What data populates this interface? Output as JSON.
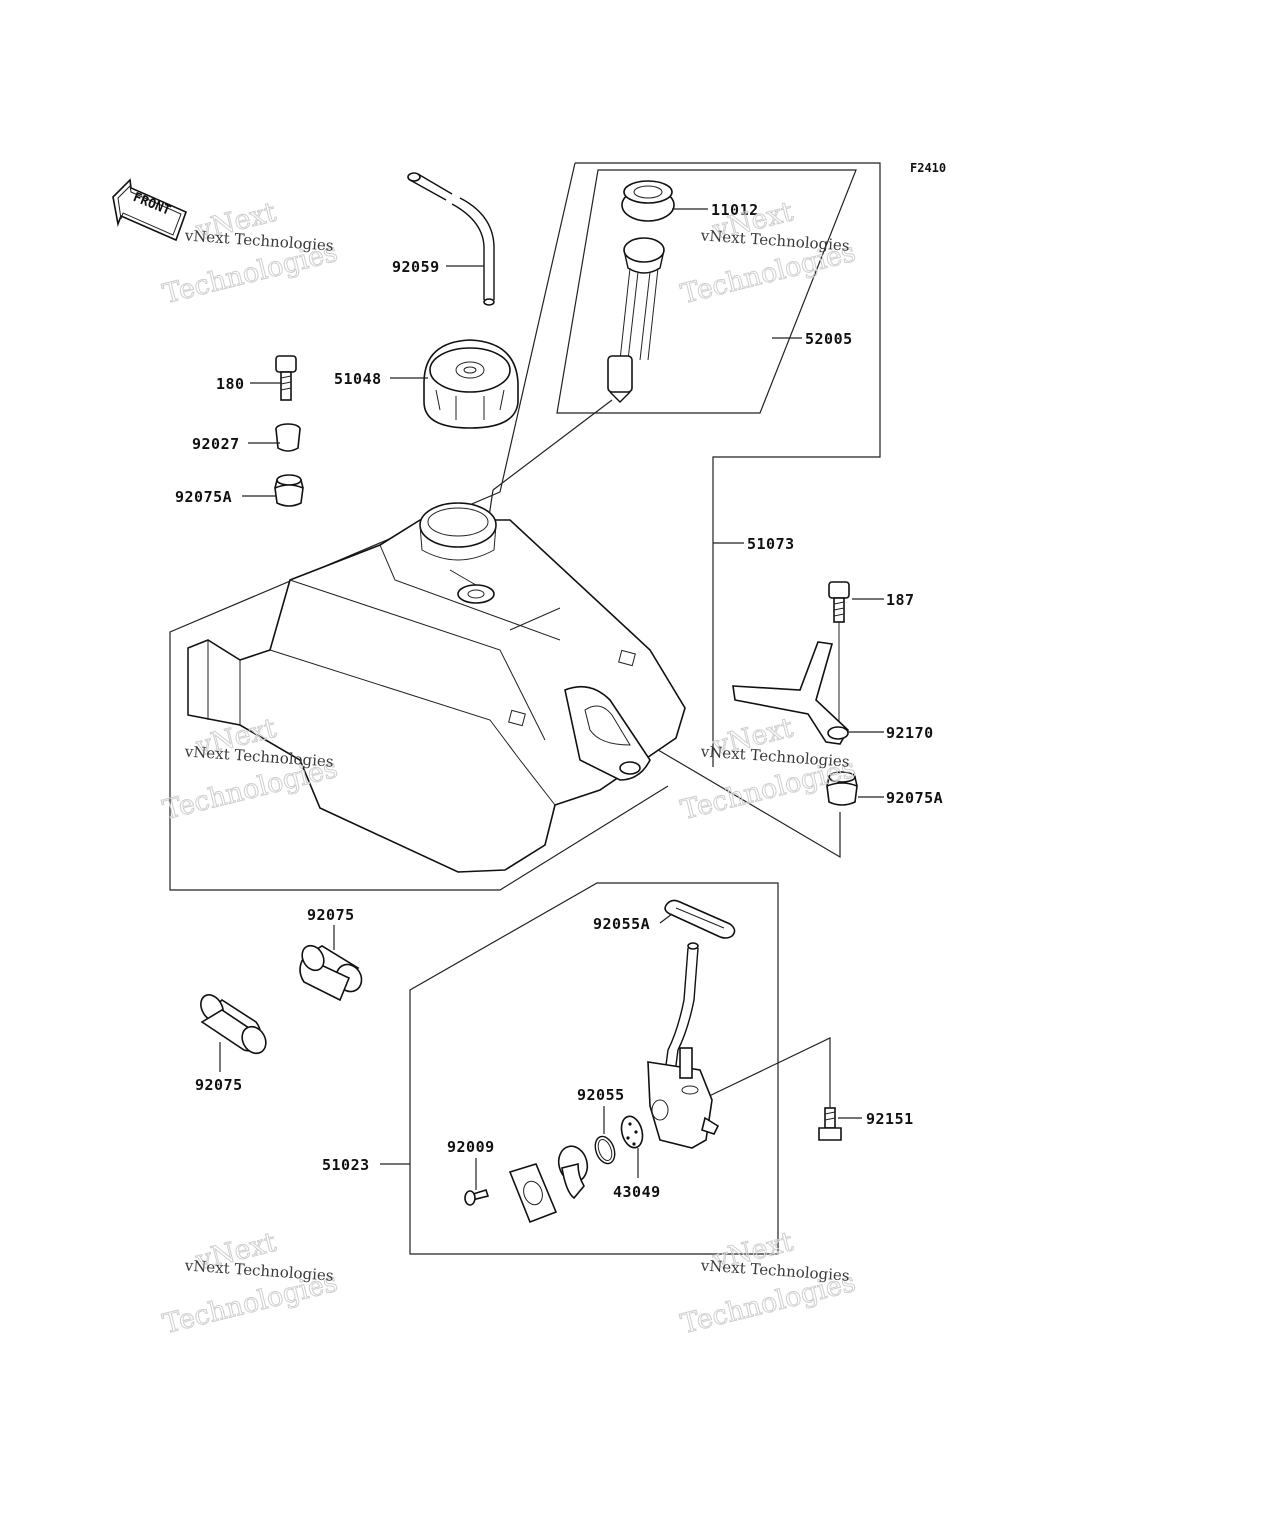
{
  "figure_code": "F2410",
  "front_arrow_label": "FRONT",
  "watermark": {
    "big_line1": "vNext",
    "big_line2": "Technologies",
    "small": "vNext Technologies"
  },
  "callouts": [
    {
      "id": "11012",
      "text": "11012"
    },
    {
      "id": "92059",
      "text": "92059"
    },
    {
      "id": "52005",
      "text": "52005"
    },
    {
      "id": "180",
      "text": "180"
    },
    {
      "id": "51048",
      "text": "51048"
    },
    {
      "id": "92027",
      "text": "92027"
    },
    {
      "id": "92075A_top",
      "text": "92075A"
    },
    {
      "id": "51073",
      "text": "51073"
    },
    {
      "id": "187",
      "text": "187"
    },
    {
      "id": "92170",
      "text": "92170"
    },
    {
      "id": "92075A_right",
      "text": "92075A"
    },
    {
      "id": "92075_upper",
      "text": "92075"
    },
    {
      "id": "92055A",
      "text": "92055A"
    },
    {
      "id": "92075_lower",
      "text": "92075"
    },
    {
      "id": "92055",
      "text": "92055"
    },
    {
      "id": "92151",
      "text": "92151"
    },
    {
      "id": "92009",
      "text": "92009"
    },
    {
      "id": "51023",
      "text": "51023"
    },
    {
      "id": "43049",
      "text": "43049"
    }
  ]
}
